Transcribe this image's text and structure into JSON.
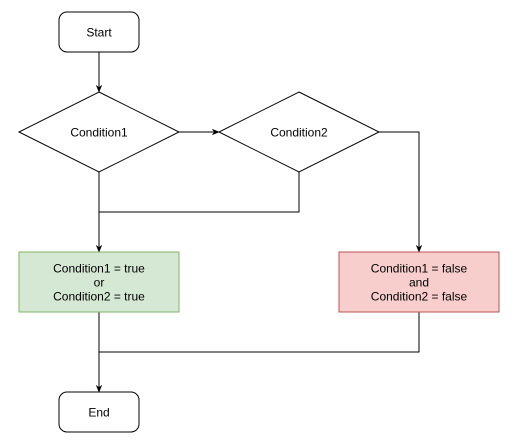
{
  "nodes": {
    "start": {
      "label": "Start"
    },
    "condition1": {
      "label": "Condition1"
    },
    "condition2": {
      "label": "Condition2"
    },
    "result_true": {
      "lines": [
        "Condition1 = true",
        "or",
        "Condition2 = true"
      ],
      "fill": "#d5e8d4",
      "stroke": "#82b366"
    },
    "result_false": {
      "lines": [
        "Condition1 = false",
        "and",
        "Condition2 = false"
      ],
      "fill": "#f8cecc",
      "stroke": "#b85450"
    },
    "end": {
      "label": "End"
    }
  }
}
